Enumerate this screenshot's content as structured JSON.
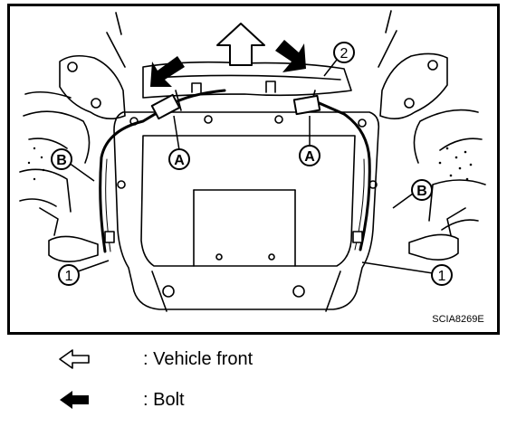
{
  "figure": {
    "code": "SCIA8269E",
    "callouts": {
      "a": "A",
      "b": "B",
      "c1": "1",
      "c2": "2"
    }
  },
  "legend": [
    {
      "icon": "outline-arrow-left-icon",
      "label": ": Vehicle front"
    },
    {
      "icon": "solid-arrow-left-icon",
      "label": ": Bolt"
    }
  ]
}
